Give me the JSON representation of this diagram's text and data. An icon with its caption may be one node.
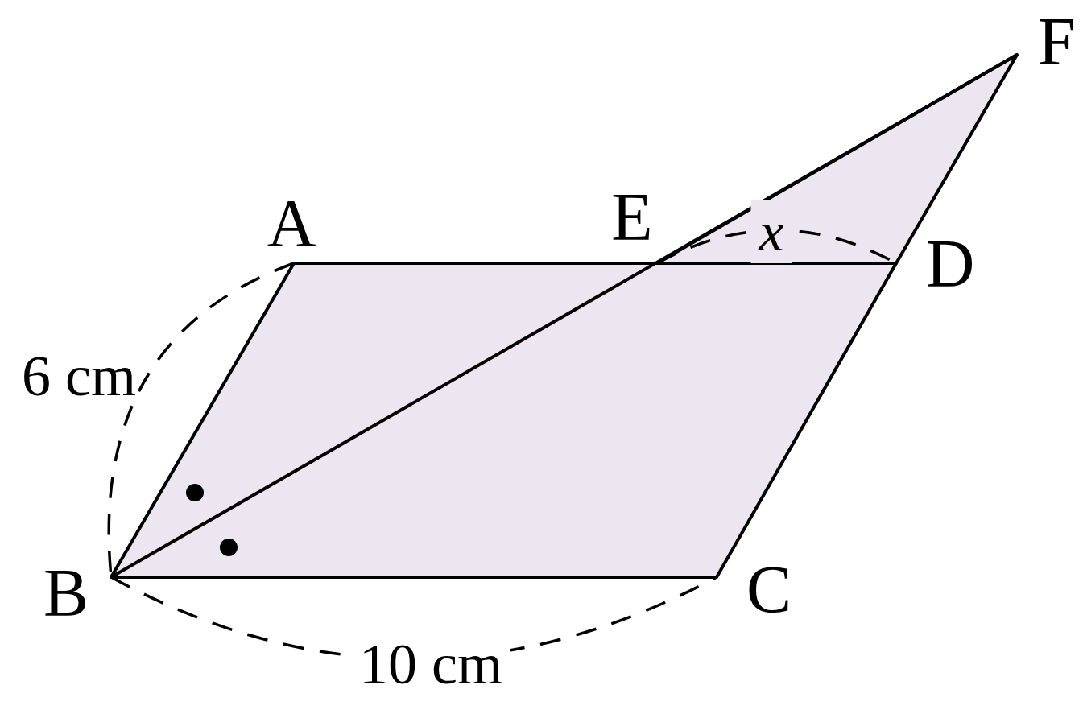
{
  "diagram": {
    "labels": [
      "F",
      "A",
      "E",
      "x",
      "D",
      "6 cm",
      "B",
      "C",
      "10 cm"
    ]
  }
}
